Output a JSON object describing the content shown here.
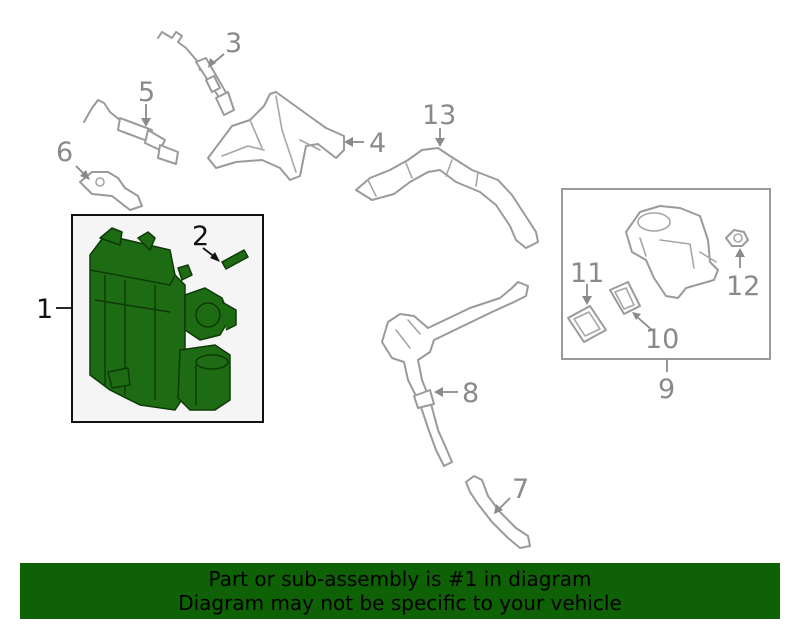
{
  "callouts": {
    "c1": "1",
    "c2": "2",
    "c3": "3",
    "c4": "4",
    "c5": "5",
    "c6": "6",
    "c7": "7",
    "c8": "8",
    "c9": "9",
    "c10": "10",
    "c11": "11",
    "c12": "12",
    "c13": "13"
  },
  "banner": {
    "line1": "Part or sub-assembly is #1 in diagram",
    "line2": "Diagram may not be specific to your vehicle"
  },
  "colors": {
    "highlight_fill": "#1d6b12",
    "banner_bg": "#0e6104",
    "line_gray": "#9a9a9a"
  }
}
